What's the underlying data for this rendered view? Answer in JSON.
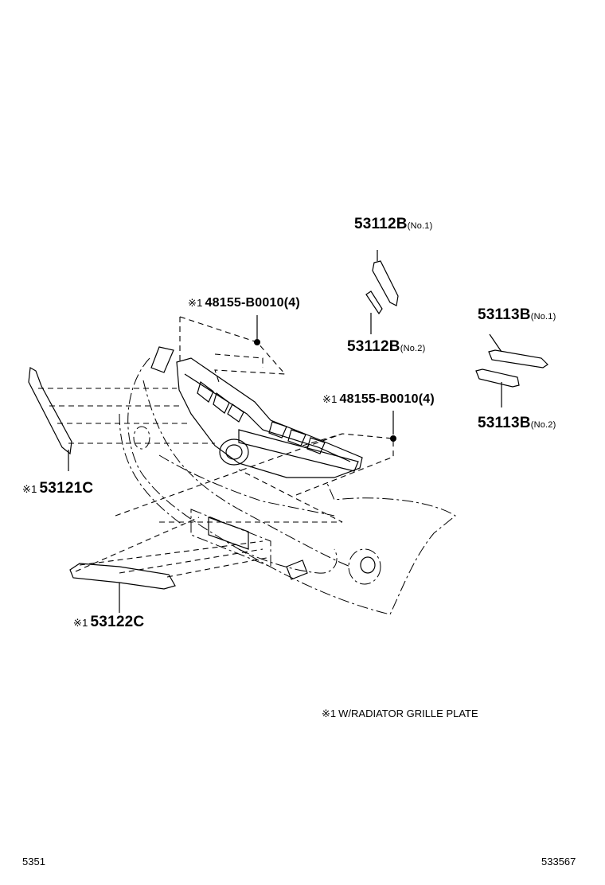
{
  "callouts": {
    "grille_no1": {
      "part": "53112B",
      "qual": "(No.1)"
    },
    "grille_no2": {
      "part": "53112B",
      "qual": "(No.2)"
    },
    "molding_no1": {
      "part": "53113B",
      "qual": "(No.1)"
    },
    "molding_no2": {
      "part": "53113B",
      "qual": "(No.2)"
    },
    "clip_upper": {
      "mark": "※1",
      "part": "48155-B0010",
      "qual": "(4)"
    },
    "clip_right": {
      "mark": "※1",
      "part": "48155-B0010",
      "qual": "(4)"
    },
    "side_plate": {
      "mark": "※1",
      "part": "53121C"
    },
    "lower_plate": {
      "mark": "※1",
      "part": "53122C"
    }
  },
  "note": {
    "mark": "※1",
    "text": "W/RADIATOR GRILLE PLATE"
  },
  "footer": {
    "left": "5351",
    "right": "533567"
  }
}
